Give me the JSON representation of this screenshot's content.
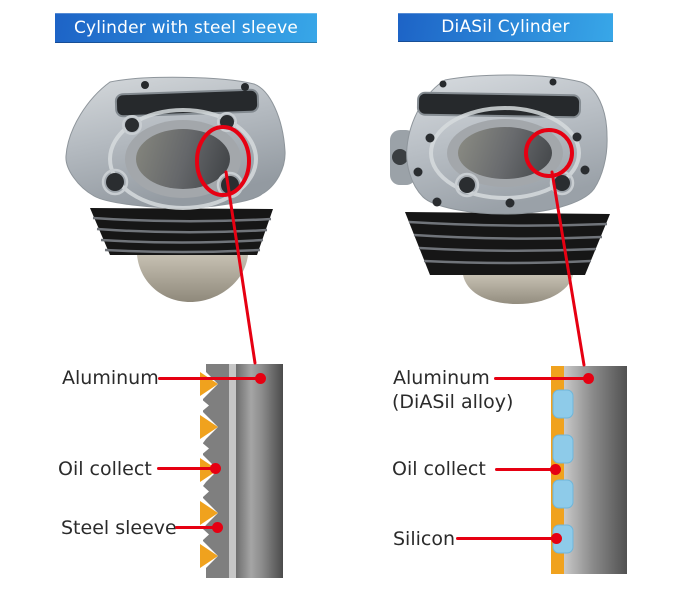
{
  "panels": {
    "left": {
      "title": "Cylinder with steel sleeve",
      "labels": {
        "aluminum": "Aluminum",
        "oil_collect": "Oil collect",
        "steel_sleeve": "Steel sleeve"
      }
    },
    "right": {
      "title": "DiASil Cylinder",
      "labels": {
        "aluminum_line1": "Aluminum",
        "aluminum_line2": "(DiASil alloy)",
        "oil_collect": "Oil collect",
        "silicon": "Silicon"
      }
    }
  },
  "colors": {
    "banner_start": "#1d63c6",
    "banner_end": "#38a7e8",
    "annotation_red": "#e60012",
    "coating_orange": "#f0a21e",
    "silicon_blue": "#8ecbe9",
    "steel_gray": "#7f7f7f",
    "label_text": "#2b2b2b"
  }
}
